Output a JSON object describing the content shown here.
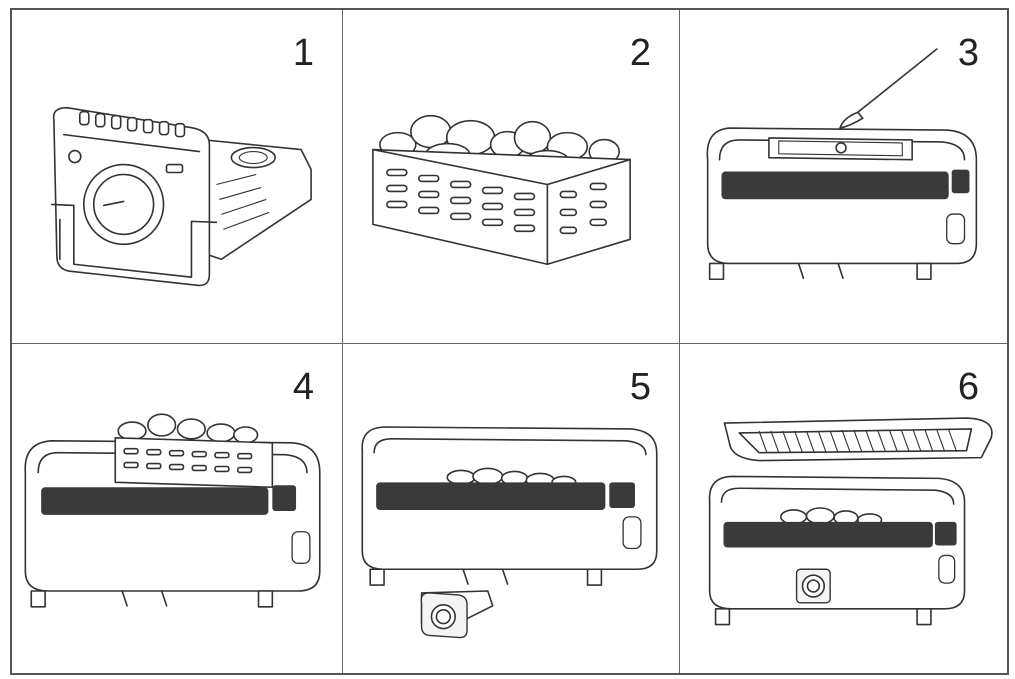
{
  "steps": [
    {
      "number": "1",
      "icon": "control-unit-icon"
    },
    {
      "number": "2",
      "icon": "stone-basket-icon"
    },
    {
      "number": "3",
      "icon": "heater-housing-icon"
    },
    {
      "number": "4",
      "icon": "basket-insert-icon"
    },
    {
      "number": "5",
      "icon": "control-attach-icon"
    },
    {
      "number": "6",
      "icon": "grill-lid-icon"
    }
  ],
  "colors": {
    "line": "#333333",
    "border": "#555555",
    "background": "#ffffff"
  }
}
